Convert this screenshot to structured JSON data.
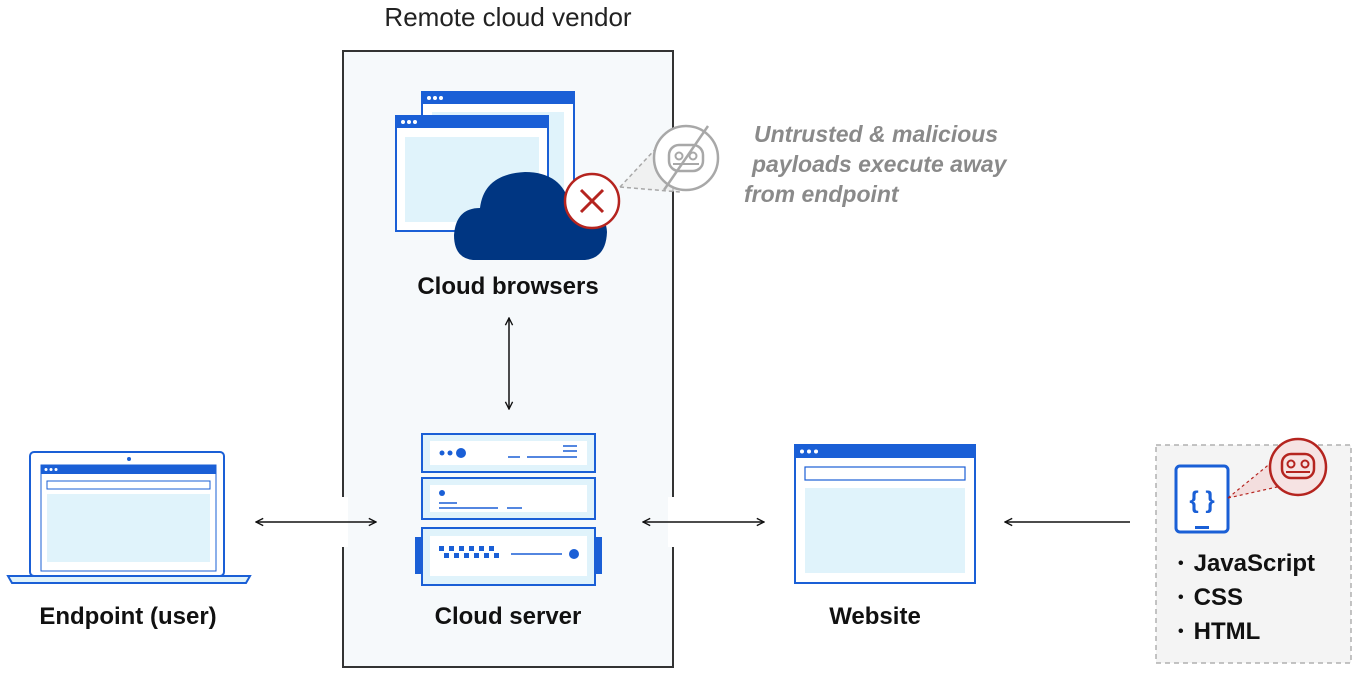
{
  "vendor_box": {
    "title": "Remote cloud vendor"
  },
  "cloud_browsers": {
    "label": "Cloud browsers"
  },
  "cloud_server": {
    "label": "Cloud server"
  },
  "endpoint": {
    "label": "Endpoint (user)"
  },
  "website": {
    "label": "Website"
  },
  "annotation": {
    "lines": [
      "Untrusted & malicious",
      "payloads execute away",
      "from endpoint"
    ]
  },
  "code_sources": {
    "items": [
      "JavaScript",
      "CSS",
      "HTML"
    ],
    "code_icon_glyph": "{ }"
  },
  "colors": {
    "primary_blue": "#1a5fd6",
    "light_blue": "#e0f3fb",
    "dark_navy": "#003682",
    "threat_red": "#b5241f",
    "neutral_gray": "#a8a8a8"
  },
  "icons": [
    "laptop-icon",
    "browser-window-icon",
    "cloud-icon",
    "x-mark-icon",
    "malware-mask-icon",
    "server-rack-icon",
    "code-braces-icon"
  ]
}
